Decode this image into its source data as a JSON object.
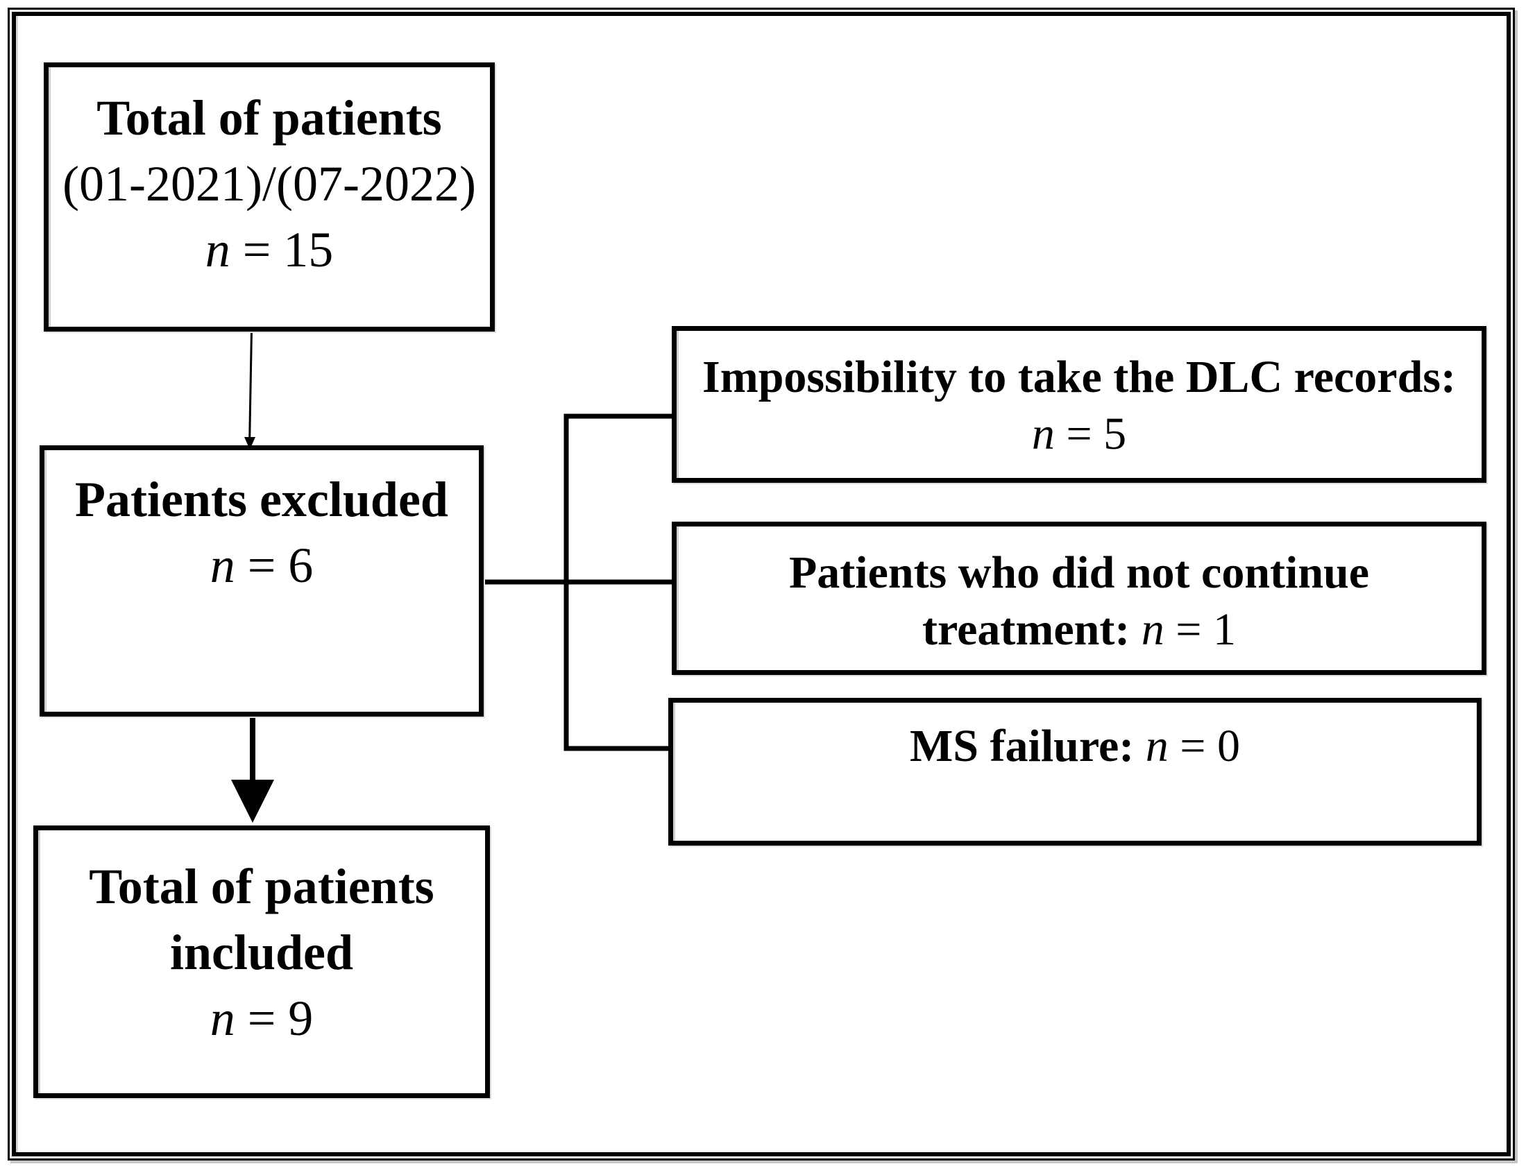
{
  "colors": {
    "background": "#ffffff",
    "ink": "#000000",
    "shadow": "#c6c6c6"
  },
  "flowchart": {
    "total_patients": {
      "title": "Total of patients",
      "period": "(01-2021)/(07-2022)",
      "n_var": "n",
      "n_rest": " = 15"
    },
    "patients_excluded": {
      "title": "Patients excluded",
      "n_var": "n",
      "n_rest": " = 6"
    },
    "dlc_records": {
      "title": "Impossibility to take the DLC records:",
      "n_var": "n",
      "n_rest": " = 5"
    },
    "not_continue": {
      "line1": "Patients who did not continue",
      "line2_label": "treatment: ",
      "n_var": "n",
      "n_rest": " = 1"
    },
    "ms_failure": {
      "label": "MS failure: ",
      "n_var": "n",
      "n_rest": " = 0"
    },
    "total_included": {
      "title": "Total of patients",
      "subtitle": "included",
      "n_var": "n",
      "n_rest": " = 9"
    }
  }
}
